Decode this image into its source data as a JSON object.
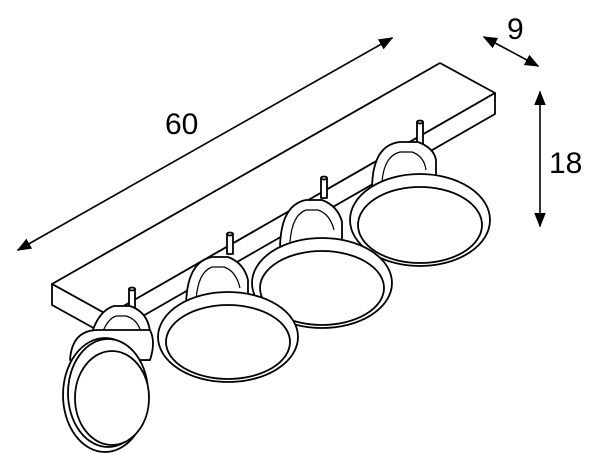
{
  "dimensions": {
    "length": "60",
    "depth": "9",
    "height": "18"
  }
}
